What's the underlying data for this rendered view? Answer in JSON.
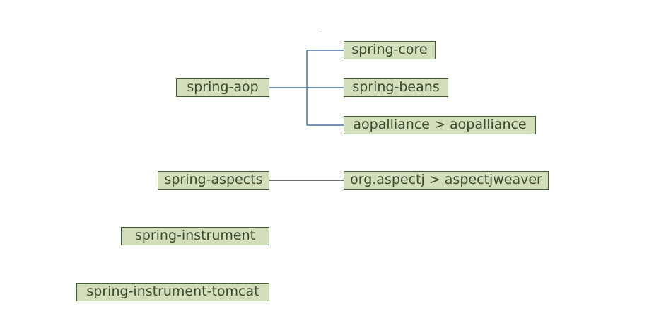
{
  "diagram": {
    "nodes": {
      "spring_aop": "spring-aop",
      "spring_core": "spring-core",
      "spring_beans": "spring-beans",
      "aopalliance": "aopalliance > aopalliance",
      "spring_aspects": "spring-aspects",
      "aspectjweaver": "org.aspectj > aspectjweaver",
      "spring_instrument": "spring-instrument",
      "spring_instrument_tomcat": "spring-instrument-tomcat"
    },
    "colors": {
      "node_fill": "#d3dfbc",
      "node_border": "#3e5e2a",
      "node_text": "#3b4a2a",
      "aop_connector": "#4a6fa0",
      "aspects_connector": "#404040"
    }
  }
}
